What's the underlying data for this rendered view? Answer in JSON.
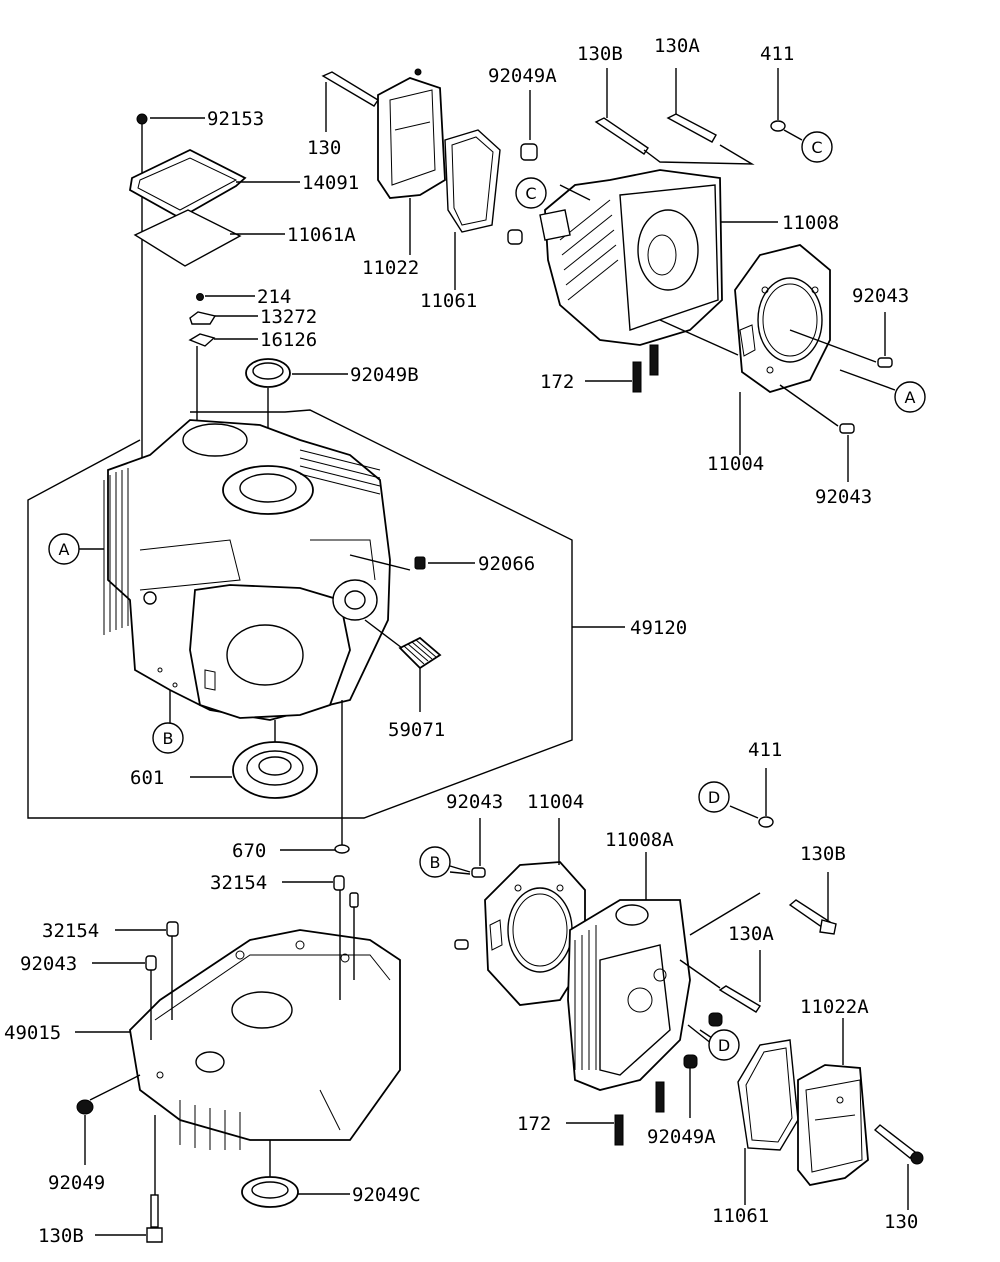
{
  "labels": {
    "l92153": "92153",
    "l14091": "14091",
    "l11061A": "11061A",
    "l214": "214",
    "l13272": "13272",
    "l16126": "16126",
    "l92049B": "92049B",
    "l130_top": "130",
    "l11022": "11022",
    "l11061_top": "11061",
    "l92049A_top": "92049A",
    "l130B_top": "130B",
    "l130A_top": "130A",
    "l411_top": "411",
    "l11008": "11008",
    "l92043_r1": "92043",
    "l172_top": "172",
    "l11004_top": "11004",
    "l92043_r2": "92043",
    "l92066": "92066",
    "l49120": "49120",
    "l59071": "59071",
    "l601": "601",
    "l670": "670",
    "l32154_a": "32154",
    "l32154_b": "32154",
    "l92043_l": "92043",
    "l49015": "49015",
    "l92049": "92049",
    "l130B_bot": "130B",
    "l92049C": "92049C",
    "l92043_b": "92043",
    "l11004_b": "11004",
    "l11008A": "11008A",
    "l411_bot": "411",
    "l130B_b2": "130B",
    "l130A_b": "130A",
    "l11022A": "11022A",
    "l172_bot": "172",
    "l92049A_bot": "92049A",
    "l11061_bot": "11061",
    "l130_bot": "130"
  },
  "callouts": {
    "A": "A",
    "B": "B",
    "C": "C",
    "D": "D"
  }
}
